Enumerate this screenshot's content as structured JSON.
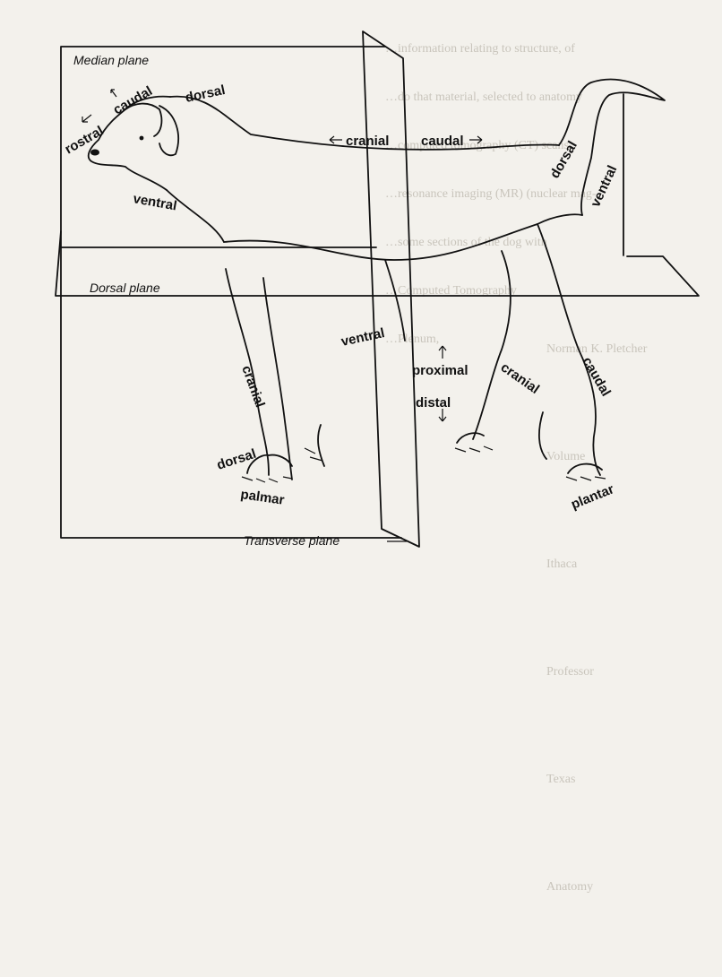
{
  "background_text": {
    "top_right": [
      "…information relating to structure, of",
      "…do that material, selected to anatomy",
      "…computed tomography (CT) scans,",
      "…resonance imaging (MR) (nuclear mag-",
      "…some sections of the dog with",
      "…Computed Tomography",
      "…Plenum,"
    ],
    "bottom_right": [
      "Norman K. Pletcher",
      "Volume",
      "Ithaca",
      "Professor",
      "Texas",
      "Anatomy"
    ]
  },
  "planes": {
    "median": "Median plane",
    "dorsal": "Dorsal plane",
    "transverse": "Transverse plane"
  },
  "terms": {
    "rostral": "rostral",
    "caudal_head": "caudal",
    "dorsal_head": "dorsal",
    "ventral_neck": "ventral",
    "cranial_top": "cranial",
    "caudal_top": "caudal",
    "dorsal_tail": "dorsal",
    "ventral_tail": "ventral",
    "ventral_chest": "ventral",
    "cranial_foreleg": "cranial",
    "dorsal_forepaw": "dorsal",
    "palmar": "palmar",
    "proximal": "proximal",
    "distal": "distal",
    "cranial_hindleg": "cranial",
    "caudal_hindleg": "caudal",
    "plantar": "plantar"
  },
  "colors": {
    "ink": "#111111",
    "paper": "#f3f1ec",
    "ghost_text": "#c9c5bc"
  }
}
